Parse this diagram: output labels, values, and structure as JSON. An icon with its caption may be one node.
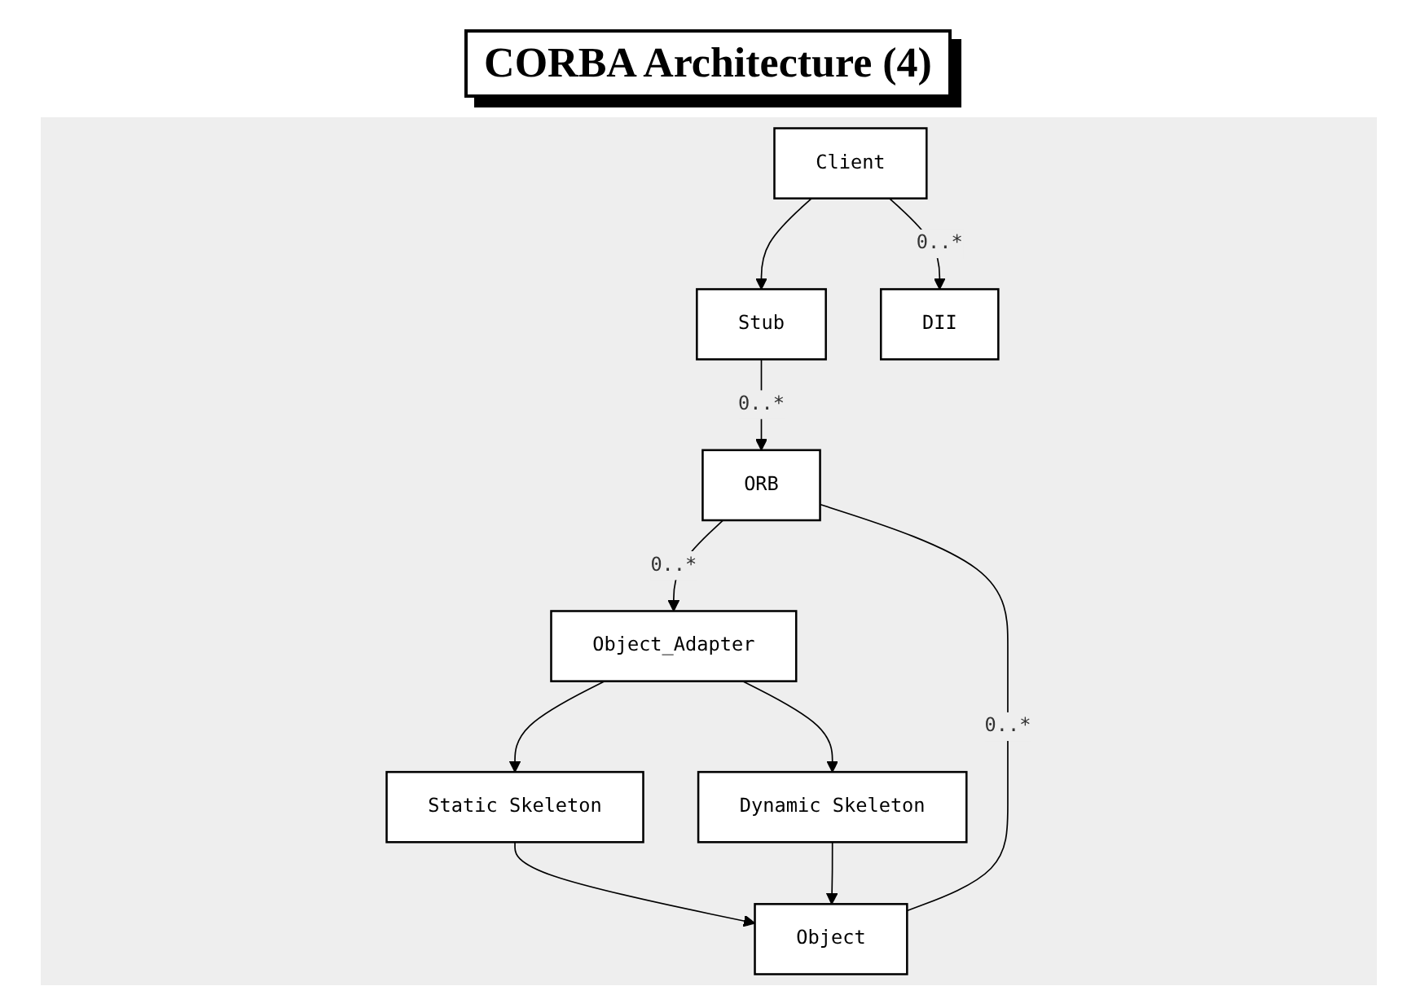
{
  "diagram": {
    "title": "CORBA Architecture (4)",
    "nodes": [
      {
        "text": [
          "Client"
        ]
      },
      {
        "text": [
          "Stub"
        ]
      },
      {
        "text": [
          "DII"
        ]
      },
      {
        "text": [
          "ORB"
        ]
      },
      {
        "text": [
          "Object"
        ]
      },
      {
        "text": [
          "Static Skeleton"
        ]
      },
      {
        "text": [
          "Dynamic Skeleton"
        ]
      },
      {
        "text": [
          "Object_Adapter"
        ]
      }
    ],
    "edges": [
      {
        "from": 0,
        "to": 1,
        "arrow": "to"
      },
      {
        "from": 0,
        "to": 2,
        "arrow": "to",
        "label": "0..*"
      },
      {
        "from": 1,
        "to": 3,
        "arrow": "to",
        "label": "0..*"
      },
      {
        "from": 4,
        "to": 3,
        "arrow": "none",
        "label": "0..*"
      },
      {
        "from": 5,
        "to": 4,
        "arrow": "to"
      },
      {
        "from": 6,
        "to": 4,
        "arrow": "to"
      },
      {
        "from": 7,
        "to": 5,
        "arrow": "to"
      },
      {
        "from": 7,
        "to": 6,
        "arrow": "to"
      },
      {
        "from": 3,
        "to": 7,
        "arrow": "to",
        "label": "0..*"
      }
    ]
  }
}
